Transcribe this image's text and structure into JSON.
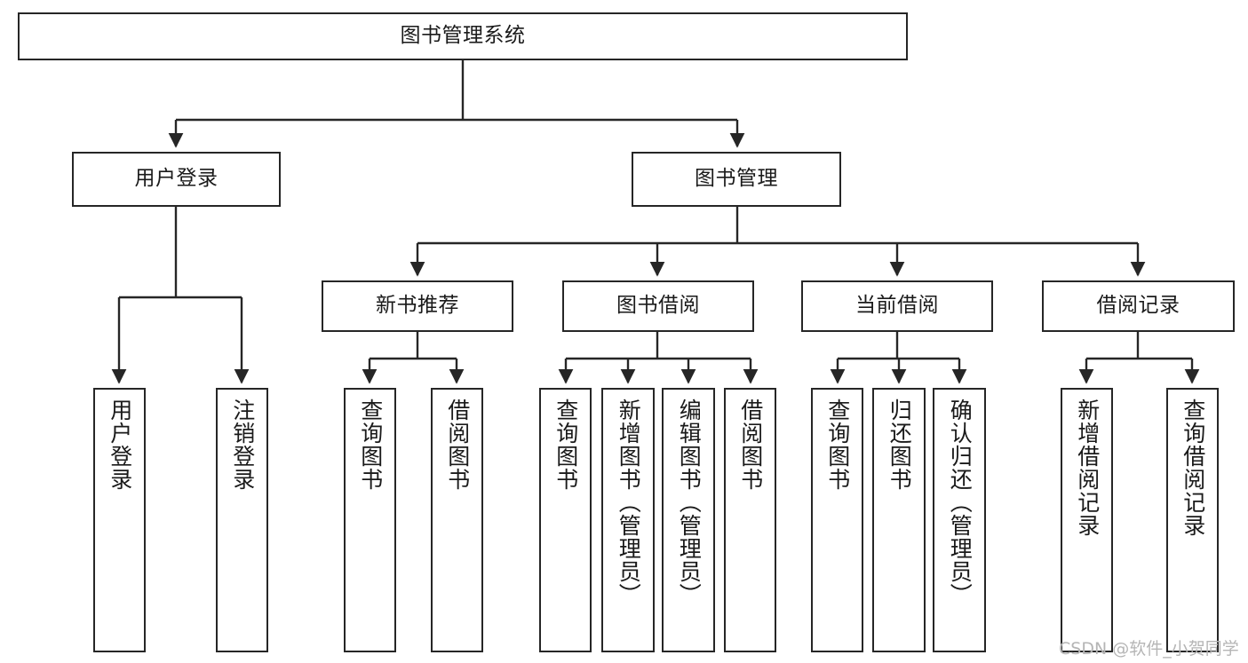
{
  "diagram": {
    "title": "图书管理系统",
    "type": "tree-hierarchy",
    "style": {
      "box_border_color": "#262626",
      "box_fill_color": "#ffffff",
      "edge_color": "#262626",
      "text_color": "#1a1a1a",
      "background_color": "#ffffff",
      "watermark_color": "#b5b5b5"
    },
    "nodes": {
      "root": {
        "label": "图书管理系统"
      },
      "level2": [
        {
          "id": "user-login",
          "label": "用户登录"
        },
        {
          "id": "book-management",
          "label": "图书管理"
        }
      ],
      "level3": [
        {
          "id": "new-book-recommend",
          "label": "新书推荐"
        },
        {
          "id": "book-borrow",
          "label": "图书借阅"
        },
        {
          "id": "current-borrow",
          "label": "当前借阅"
        },
        {
          "id": "borrow-record",
          "label": "借阅记录"
        }
      ],
      "leaves": {
        "user-login": [
          {
            "id": "leaf-user-login",
            "label": "用户登录"
          },
          {
            "id": "leaf-logout",
            "label": "注销登录"
          }
        ],
        "new-book-recommend": [
          {
            "id": "leaf-query-book-1",
            "label": "查询图书"
          },
          {
            "id": "leaf-borrow-book-1",
            "label": "借阅图书"
          }
        ],
        "book-borrow": [
          {
            "id": "leaf-query-book-2",
            "label": "查询图书"
          },
          {
            "id": "leaf-add-book",
            "label": "新增图书（管理员）"
          },
          {
            "id": "leaf-edit-book",
            "label": "编辑图书（管理员）"
          },
          {
            "id": "leaf-borrow-book-2",
            "label": "借阅图书"
          }
        ],
        "current-borrow": [
          {
            "id": "leaf-query-book-3",
            "label": "查询图书"
          },
          {
            "id": "leaf-return-book",
            "label": "归还图书"
          },
          {
            "id": "leaf-confirm-return",
            "label": "确认归还（管理员）"
          }
        ],
        "borrow-record": [
          {
            "id": "leaf-add-record",
            "label": "新增借阅记录"
          },
          {
            "id": "leaf-query-record",
            "label": "查询借阅记录"
          }
        ]
      }
    },
    "watermark": "CSDN @软件_小贺同学"
  }
}
